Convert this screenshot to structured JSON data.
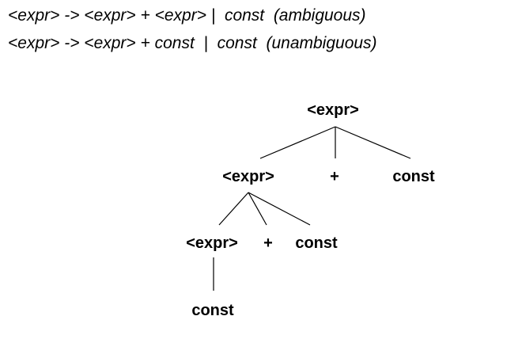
{
  "grammar": {
    "ambiguous": "<expr> -> <expr> + <expr> |  const  (ambiguous)",
    "unambiguous": "<expr> -> <expr> + const  |  const  (unambiguous)"
  },
  "tree": {
    "root": "<expr>",
    "level1_expr": "<expr>",
    "level1_plus": "+",
    "level1_const": "const",
    "level2_expr": "<expr>",
    "level2_plus": "+",
    "level2_const": "const",
    "level3_const": "const"
  }
}
